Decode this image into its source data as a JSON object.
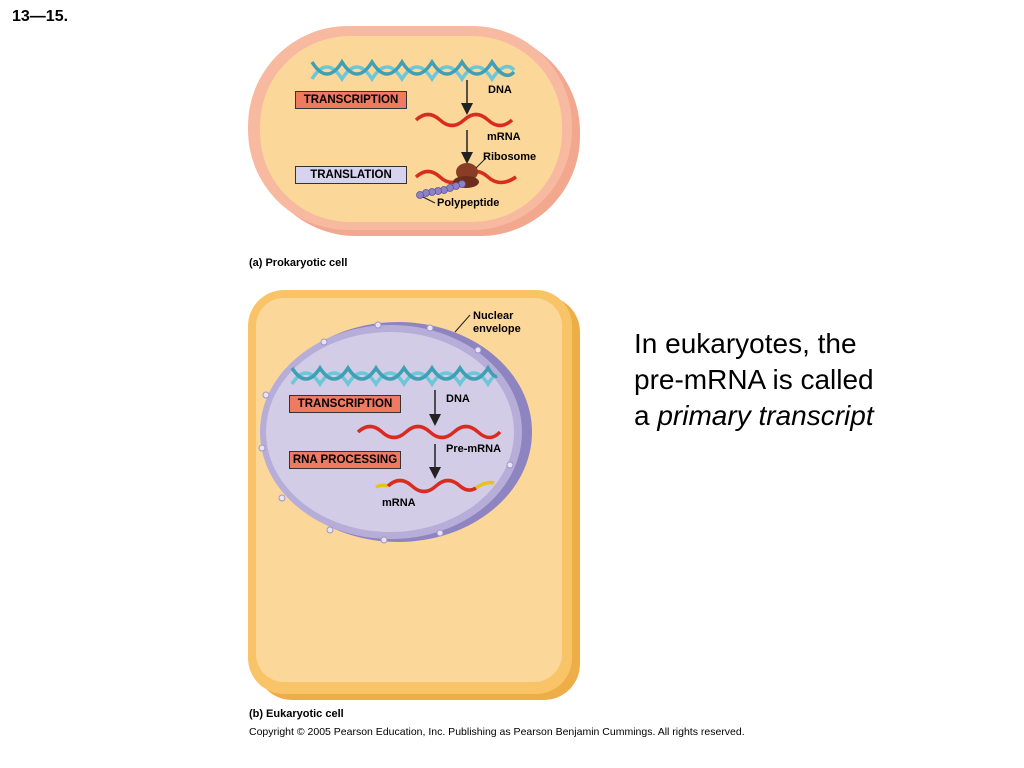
{
  "slide_number": "13—15.",
  "panel_a": {
    "tag": "(a)",
    "caption": "Prokaryotic cell",
    "transcription_label": "TRANSCRIPTION",
    "translation_label": "TRANSLATION",
    "dna_label": "DNA",
    "mrna_label": "mRNA",
    "ribosome_label": "Ribosome",
    "polypeptide_label": "Polypeptide"
  },
  "panel_b": {
    "tag": "(b)",
    "caption": "Eukaryotic cell",
    "nuclear_envelope_line1": "Nuclear",
    "nuclear_envelope_line2": "envelope",
    "transcription_label": "TRANSCRIPTION",
    "rna_processing_label": "RNA PROCESSING",
    "dna_label": "DNA",
    "pre_mrna_label": "Pre-mRNA",
    "mrna_label": "mRNA"
  },
  "copyright": "Copyright © 2005 Pearson Education, Inc. Publishing as Pearson Benjamin Cummings. All rights reserved.",
  "body_text": {
    "line1": "In eukaryotes, the",
    "line2": "pre-mRNA is called",
    "line3_prefix": "a ",
    "line3_emphasis": "primary transcript"
  },
  "colors": {
    "cytoplasm": "#fcd79a",
    "prokaryote_wall": "#f7b9a0",
    "eukaryote_wall": "#f9c468",
    "nucleus": "#d2cce6",
    "nucleus_edge": "#9f95cc",
    "dna": "#6cc7d8",
    "mrna": "#d92b1f",
    "transcription_box": "#ee7a62",
    "translation_box": "#d7d2ee",
    "ribosome": "#8a3d26",
    "polypeptide": "#8d82c6"
  }
}
